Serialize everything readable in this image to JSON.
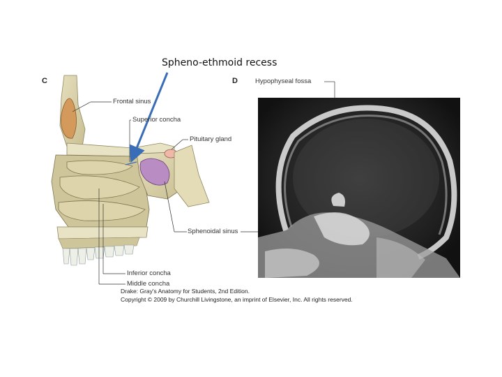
{
  "slide": {
    "title": "Spheno-ethmoid recess"
  },
  "panels": {
    "left_letter": "C",
    "right_letter": "D"
  },
  "labels": {
    "frontal_sinus": "Frontal sinus",
    "superior_concha": "Superior concha",
    "pituitary_gland": "Pituitary gland",
    "hypophyseal_fossa": "Hypophyseal fossa",
    "sphenoidal_sinus": "Sphenoidal sinus",
    "inferior_concha": "Inferior concha",
    "middle_concha": "Middle concha"
  },
  "credit": {
    "line1": "Drake: Gray's Anatomy for Students, 2nd Edition.",
    "line2": "Copyright © 2009 by Churchill Livingstone, an imprint of Elsevier, Inc. All rights reserved."
  },
  "colors": {
    "arrow": "#3a6db8",
    "bone": "#d8cfa6",
    "pituitary": "#b98cc4",
    "frontal_sinus": "#d39a5c"
  }
}
